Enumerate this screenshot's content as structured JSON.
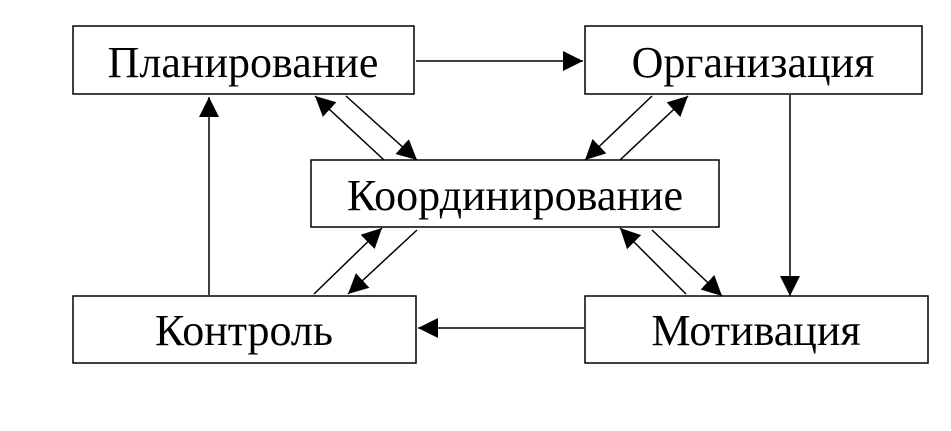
{
  "diagram": {
    "nodes": {
      "planning": "Планирование",
      "organization": "Организация",
      "coordination": "Координирование",
      "control": "Контроль",
      "motivation": "Мотивация"
    }
  }
}
